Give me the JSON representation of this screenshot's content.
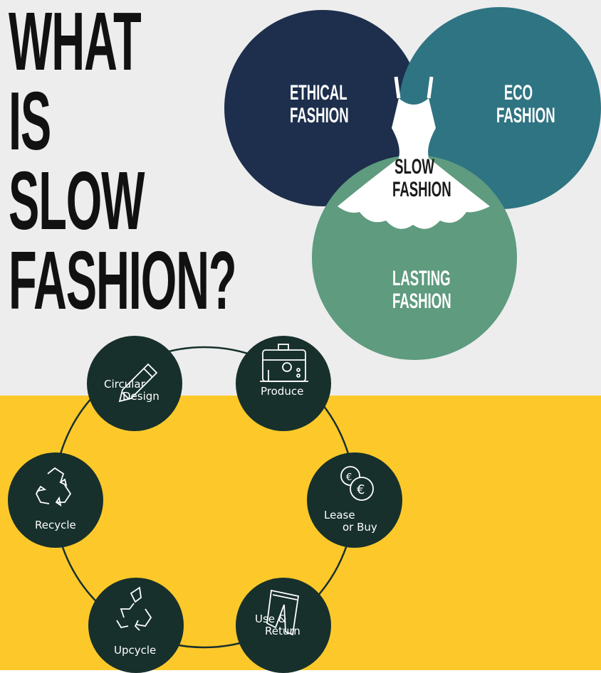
{
  "headline": {
    "line1": "WHAT",
    "line2": "IS",
    "line3": "SLOW",
    "line4": "FASHION?"
  },
  "venn": {
    "ethical": [
      "ETHICAL",
      "FASHION"
    ],
    "eco": [
      "ECO",
      "FASHION"
    ],
    "center": [
      "SLOW",
      "FASHION"
    ],
    "lasting": [
      "LASTING",
      "FASHION"
    ],
    "colors": {
      "ethical": "#1d2f4c",
      "eco": "#2f7482",
      "lasting": "#5e9b7f",
      "dress": "#ffffff"
    }
  },
  "cycle": {
    "nodes": [
      {
        "id": "circular-design",
        "lines": [
          "Circular",
          "Design"
        ],
        "icon": "pencil-icon"
      },
      {
        "id": "produce",
        "lines": [
          "Produce"
        ],
        "icon": "sewing-machine-icon"
      },
      {
        "id": "lease-or-buy",
        "lines": [
          "Lease",
          "or Buy"
        ],
        "icon": "euro-coins-icon"
      },
      {
        "id": "use-return",
        "lines": [
          "Use &",
          "Return"
        ],
        "icon": "trousers-icon"
      },
      {
        "id": "upcycle",
        "lines": [
          "Upcycle"
        ],
        "icon": "upcycle-arrows-icon"
      },
      {
        "id": "recycle",
        "lines": [
          "Recycle"
        ],
        "icon": "recycle-arrows-icon"
      }
    ],
    "colors": {
      "node": "#17302c",
      "ring": "#17302c",
      "background": "#fdc92a"
    }
  }
}
